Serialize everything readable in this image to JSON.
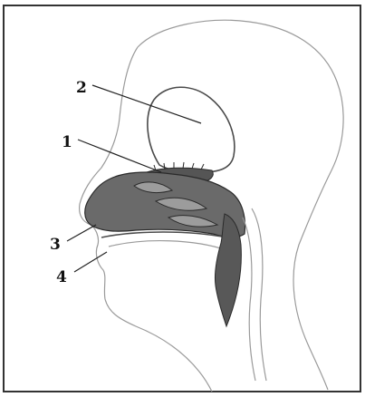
{
  "figure": {
    "labels": [
      {
        "id": "1",
        "text": "1"
      },
      {
        "id": "2",
        "text": "2"
      },
      {
        "id": "3",
        "text": "3"
      },
      {
        "id": "4",
        "text": "4"
      }
    ]
  }
}
